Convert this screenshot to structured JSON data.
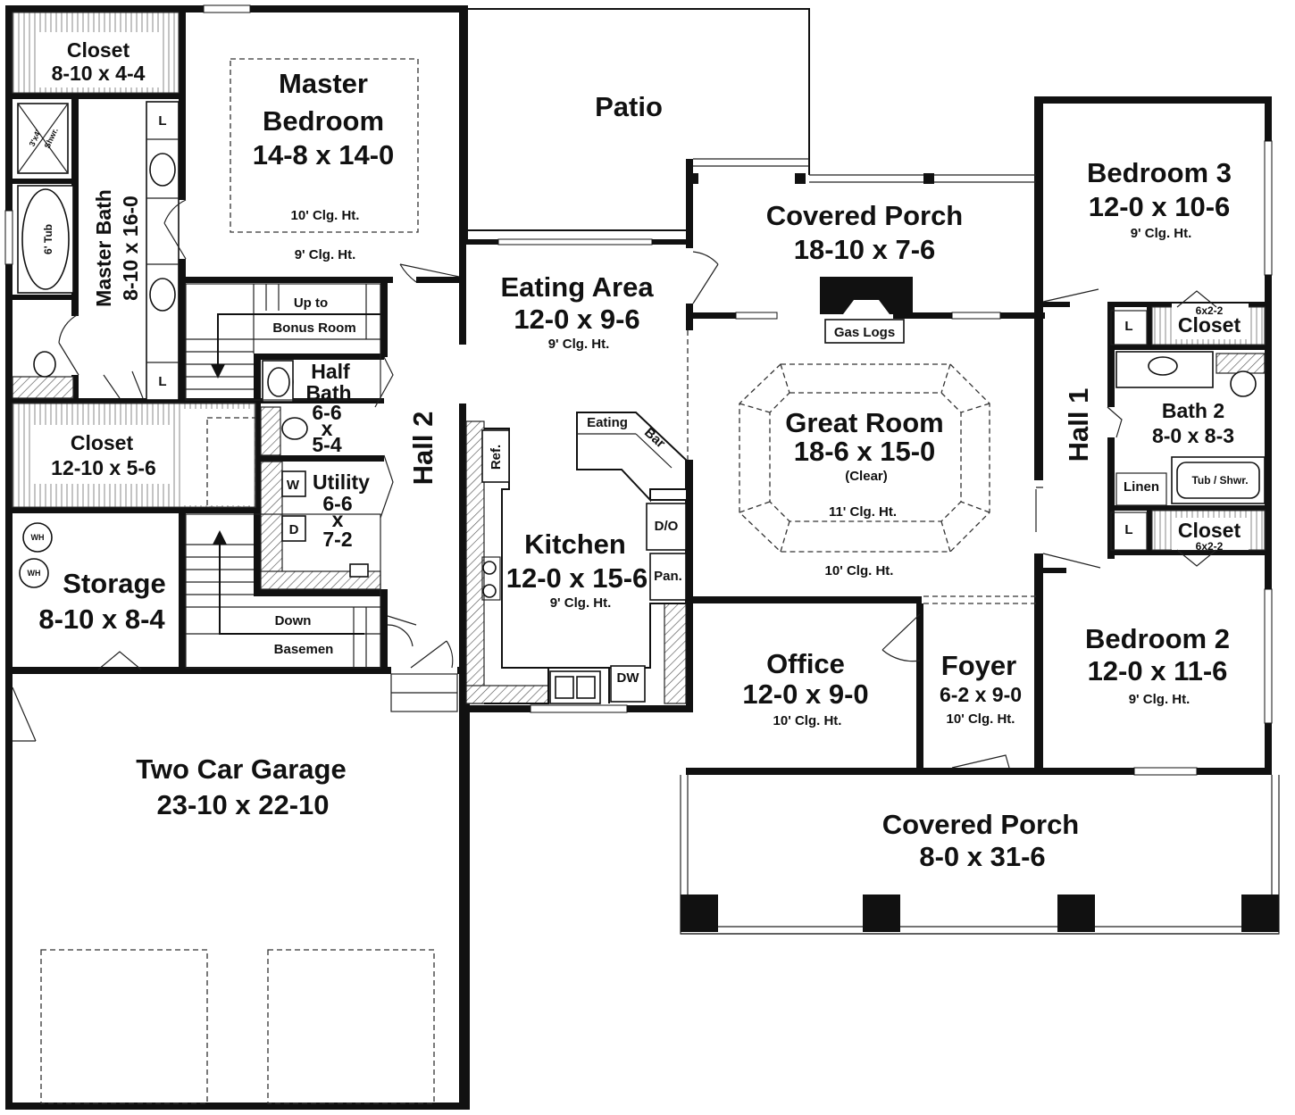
{
  "rooms": {
    "closet_master": {
      "name": "Closet",
      "size": "8-10 x 4-4"
    },
    "master_bedroom": {
      "name1": "Master",
      "name2": "Bedroom",
      "size": "14-8 x 14-0",
      "clg_tray": "10' Clg. Ht.",
      "clg": "9' Clg. Ht."
    },
    "master_bath": {
      "name": "Master Bath",
      "size": "8-10 x 16-0"
    },
    "patio": {
      "name": "Patio"
    },
    "covered_porch_rear": {
      "name": "Covered Porch",
      "size": "18-10 x 7-6"
    },
    "bedroom3": {
      "name": "Bedroom 3",
      "size": "12-0 x 10-6",
      "clg": "9' Clg. Ht."
    },
    "eating_area": {
      "name": "Eating Area",
      "size": "12-0 x 9-6",
      "clg": "9' Clg. Ht."
    },
    "half_bath": {
      "name1": "Half",
      "name2": "Bath",
      "size1": "6-6",
      "size2": "x",
      "size3": "5-4"
    },
    "closet_hall": {
      "name": "Closet",
      "size": "12-10 x 5-6"
    },
    "utility": {
      "name": "Utility",
      "size1": "6-6",
      "size2": "x",
      "size3": "7-2"
    },
    "hall2": {
      "name": "Hall 2"
    },
    "kitchen": {
      "name": "Kitchen",
      "size": "12-0 x 15-6",
      "clg": "9' Clg. Ht."
    },
    "great_room": {
      "name": "Great Room",
      "size": "18-6 x 15-0",
      "note": "(Clear)",
      "clg_tray": "11' Clg. Ht.",
      "clg": "10' Clg. Ht."
    },
    "hall1": {
      "name": "Hall 1"
    },
    "closet_b3": {
      "name": "Closet",
      "size": "6x2-2"
    },
    "bath2": {
      "name": "Bath 2",
      "size": "8-0 x 8-3"
    },
    "closet_b2": {
      "name": "Closet",
      "size": "6x2-2"
    },
    "storage": {
      "name": "Storage",
      "size": "8-10 x 8-4"
    },
    "office": {
      "name": "Office",
      "size": "12-0 x 9-0",
      "clg": "10' Clg. Ht."
    },
    "foyer": {
      "name": "Foyer",
      "size": "6-2 x 9-0",
      "clg": "10' Clg. Ht."
    },
    "bedroom2": {
      "name": "Bedroom 2",
      "size": "12-0 x 11-6",
      "clg": "9' Clg. Ht."
    },
    "garage": {
      "name": "Two Car Garage",
      "size": "23-10 x 22-10"
    },
    "covered_porch_front": {
      "name": "Covered Porch",
      "size": "8-0 x 31-6"
    }
  },
  "labels": {
    "shower1": "3'x4'",
    "shower2": "Shwr.",
    "tub": "6' Tub",
    "stairs_up1": "Up to",
    "stairs_up2": "Bonus Room",
    "stairs_down1": "Down",
    "stairs_down2": "Basemen",
    "eating_bar1": "Eating",
    "eating_bar2": "Bar",
    "ref": "Ref.",
    "dishwasher": "DW",
    "oven": "D/O",
    "pantry": "Pan.",
    "gas_logs": "Gas Logs",
    "washer": "W",
    "dryer": "D",
    "water_heater": "WH",
    "linen": "Linen",
    "tub_shower": "Tub / Shwr.",
    "linen_mark": "L"
  }
}
